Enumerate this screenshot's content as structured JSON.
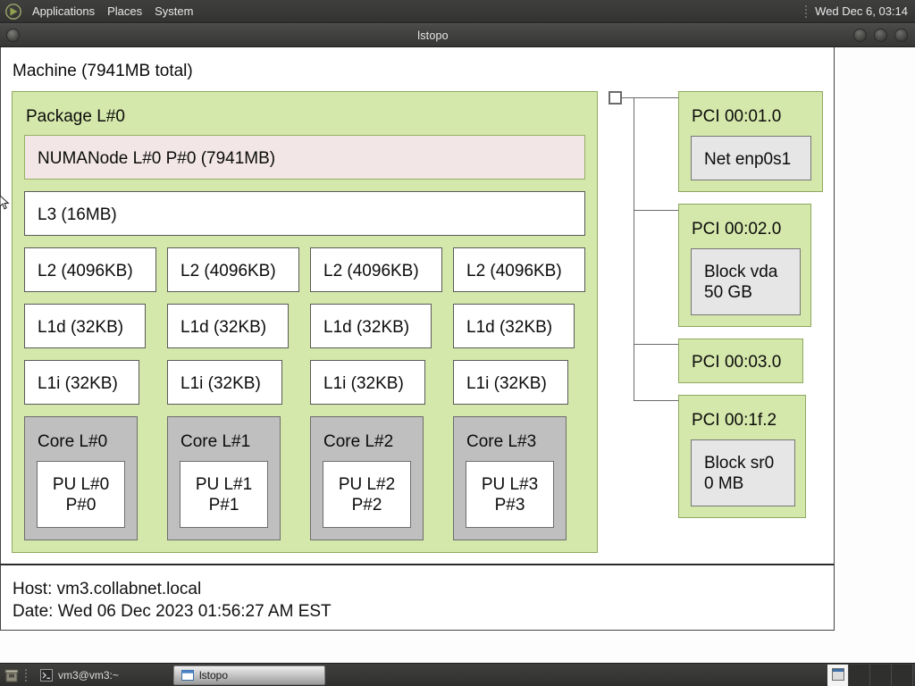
{
  "top_panel": {
    "logo_icon": "gnome-foot-icon",
    "menus": [
      {
        "label": "Applications"
      },
      {
        "label": "Places"
      },
      {
        "label": "System"
      }
    ],
    "clock": "Wed Dec  6, 03:14"
  },
  "window": {
    "title": "lstopo",
    "icon": "window-menu-icon",
    "buttons": [
      {
        "name": "minimize-button",
        "icon": "minimize-icon"
      },
      {
        "name": "maximize-button",
        "icon": "maximize-icon"
      },
      {
        "name": "close-button",
        "icon": "close-icon"
      }
    ]
  },
  "topology": {
    "machine_label": "Machine (7941MB total)",
    "package_label": "Package L#0",
    "numanode_label": "NUMANode L#0 P#0 (7941MB)",
    "l3_label": "L3 (16MB)",
    "l2": [
      {
        "label": "L2 (4096KB)"
      },
      {
        "label": "L2 (4096KB)"
      },
      {
        "label": "L2 (4096KB)"
      },
      {
        "label": "L2 (4096KB)"
      }
    ],
    "l1d": [
      {
        "label": "L1d (32KB)"
      },
      {
        "label": "L1d (32KB)"
      },
      {
        "label": "L1d (32KB)"
      },
      {
        "label": "L1d (32KB)"
      }
    ],
    "l1i": [
      {
        "label": "L1i (32KB)"
      },
      {
        "label": "L1i (32KB)"
      },
      {
        "label": "L1i (32KB)"
      },
      {
        "label": "L1i (32KB)"
      }
    ],
    "cores": [
      {
        "label": "Core L#0",
        "pu": "PU L#0\nP#0"
      },
      {
        "label": "Core L#1",
        "pu": "PU L#1\nP#1"
      },
      {
        "label": "Core L#2",
        "pu": "PU L#2\nP#2"
      },
      {
        "label": "Core L#3",
        "pu": "PU L#3\nP#3"
      }
    ],
    "pci": [
      {
        "label": "PCI 00:01.0",
        "osdev": "Net enp0s1"
      },
      {
        "label": "PCI 00:02.0",
        "osdev": "Block vda\n50 GB"
      },
      {
        "label": "PCI 00:03.0",
        "osdev": null
      },
      {
        "label": "PCI 00:1f.2",
        "osdev": "Block sr0\n0 MB"
      }
    ],
    "footer_host": "Host: vm3.collabnet.local",
    "footer_date": "Date: Wed 06 Dec 2023 01:56:27 AM EST"
  },
  "taskbar": {
    "trash_icon": "trash-icon",
    "tasks": [
      {
        "label": "vm3@vm3:~",
        "icon": "terminal-icon",
        "active": false
      },
      {
        "label": "lstopo",
        "icon": "window-icon",
        "active": true
      }
    ],
    "workspaces": [
      {
        "active": true
      },
      {
        "active": false
      },
      {
        "active": false
      },
      {
        "active": false
      }
    ]
  },
  "colors": {
    "package_fill": "#d5e8ab",
    "numa_fill": "#f2e6e6",
    "core_fill": "#bfbfbf",
    "osdev_fill": "#e6e6e6",
    "panel_bg": "#383837"
  }
}
